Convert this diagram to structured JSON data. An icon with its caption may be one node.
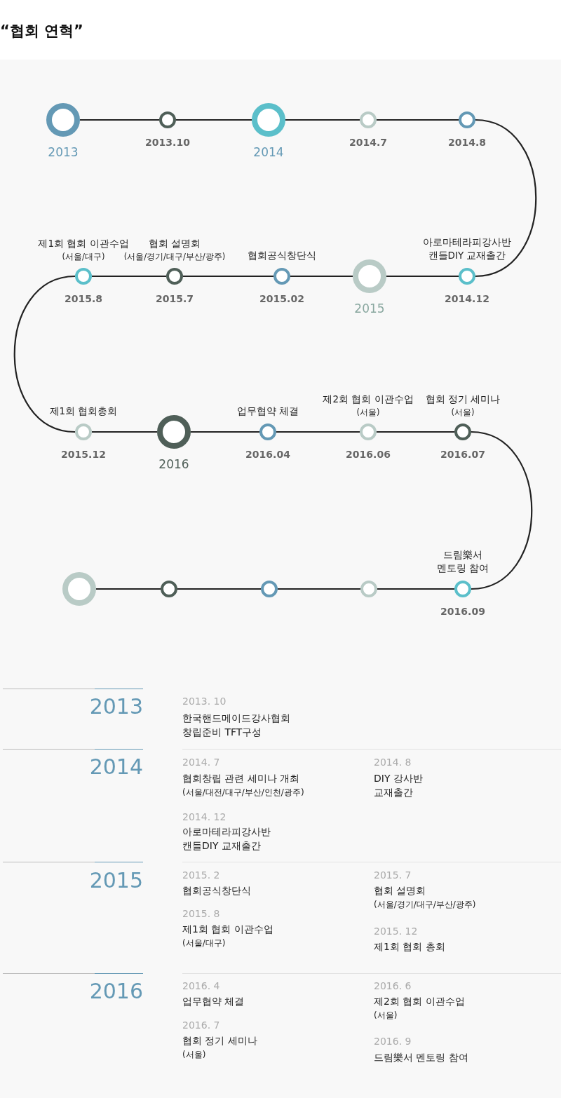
{
  "diagram": {
    "title": "“협회 연혁”",
    "nodes": [
      {
        "text": [],
        "shape": "circle",
        "beside": [
          "2013"
        ]
      },
      {
        "text": [],
        "shape": "circle",
        "beside": [
          "2013.10"
        ]
      },
      {
        "text": [],
        "shape": "circle",
        "beside": [
          "2014"
        ]
      },
      {
        "text": [],
        "shape": "circle",
        "beside": [
          "2014.7"
        ]
      },
      {
        "text": [],
        "shape": "circle",
        "beside": [
          "2014.8"
        ]
      },
      {
        "text": [],
        "shape": "circle",
        "beside": [
          "제1회 협회 이관수업",
          "(서울/대구)",
          "2015.8"
        ]
      },
      {
        "text": [],
        "shape": "circle",
        "beside": [
          "협회 설명회",
          "(서울/경기/대구/부산/광주)",
          "2015.7"
        ]
      },
      {
        "text": [],
        "shape": "circle",
        "beside": [
          "협회공식창단식",
          "2015.02"
        ]
      },
      {
        "text": [],
        "shape": "circle",
        "beside": [
          "2015"
        ]
      },
      {
        "text": [],
        "shape": "circle",
        "beside": [
          "아로마테라피강사반 캔들DIY 교재출간",
          "2014.12"
        ]
      },
      {
        "text": [],
        "shape": "circle",
        "beside": [
          "제1회 협회총회",
          "2015.12"
        ]
      },
      {
        "text": [],
        "shape": "circle",
        "beside": [
          "2016"
        ]
      },
      {
        "text": [],
        "shape": "circle",
        "beside": [
          "업무협약 체결",
          "2016.04"
        ]
      },
      {
        "text": [],
        "shape": "circle",
        "beside": [
          "제2회 협회 이관수업",
          "(서울)",
          "2016.06"
        ]
      },
      {
        "text": [],
        "shape": "circle",
        "beside": [
          "협회 정기 세미나",
          "(서울)",
          "2016.07"
        ]
      },
      {
        "text": [],
        "shape": "circle"
      },
      {
        "text": [],
        "shape": "circle"
      },
      {
        "text": [],
        "shape": "circle"
      },
      {
        "text": [],
        "shape": "circle"
      },
      {
        "text": [],
        "shape": "circle",
        "beside": [
          "드림樂서 멘토링 참여",
          "2016.09"
        ]
      }
    ],
    "edges": [
      {
        "from": 0,
        "to": 1,
        "arrow": "none"
      },
      {
        "from": 1,
        "to": 2,
        "arrow": "none"
      },
      {
        "from": 2,
        "to": 3,
        "arrow": "none"
      },
      {
        "from": 3,
        "to": 4,
        "arrow": "none"
      },
      {
        "from": 4,
        "to": 9,
        "arrow": "none"
      },
      {
        "from": 9,
        "to": 8,
        "arrow": "none"
      },
      {
        "from": 8,
        "to": 7,
        "arrow": "none"
      },
      {
        "from": 7,
        "to": 6,
        "arrow": "none"
      },
      {
        "from": 6,
        "to": 5,
        "arrow": "none"
      },
      {
        "from": 5,
        "to": 10,
        "arrow": "none"
      },
      {
        "from": 10,
        "to": 11,
        "arrow": "none"
      },
      {
        "from": 11,
        "to": 12,
        "arrow": "none"
      },
      {
        "from": 12,
        "to": 13,
        "arrow": "none"
      },
      {
        "from": 13,
        "to": 14,
        "arrow": "none"
      },
      {
        "from": 14,
        "to": 19,
        "arrow": "none"
      },
      {
        "from": 19,
        "to": 18,
        "arrow": "none"
      },
      {
        "from": 18,
        "to": 17,
        "arrow": "none"
      },
      {
        "from": 17,
        "to": 16,
        "arrow": "none"
      },
      {
        "from": 16,
        "to": 15,
        "arrow": "none"
      }
    ],
    "labels": [
      "2013",
      "2013. 10",
      "한국핸드메이드강사협회 창립준비 TFT구성",
      "2014",
      "2014. 7",
      "협회창립 관련 세미나 개최",
      "(서울/대전/대구/부산/인천/광주)",
      "2014. 8",
      "DIY 강사반 교재출간",
      "2014. 12",
      "아로마테라피강사반 캔들DIY 교재출간",
      "2015",
      "2015. 2",
      "협회공식창단식",
      "2015. 8",
      "제1회 협회 이관수업",
      "(서울/대구)",
      "2015. 7",
      "협회 설명회",
      "(서울/경기/대구/부산/광주)",
      "2015. 12",
      "제1회 협회 총회",
      "2016",
      "2016. 4",
      "업무협약 체결",
      "2016. 7",
      "협회 정기 세미나",
      "(서울)",
      "2016. 6",
      "제2회 협회 이관수업",
      "(서울)",
      "2016. 9",
      "드림樂서 멘토링 참여"
    ]
  }
}
